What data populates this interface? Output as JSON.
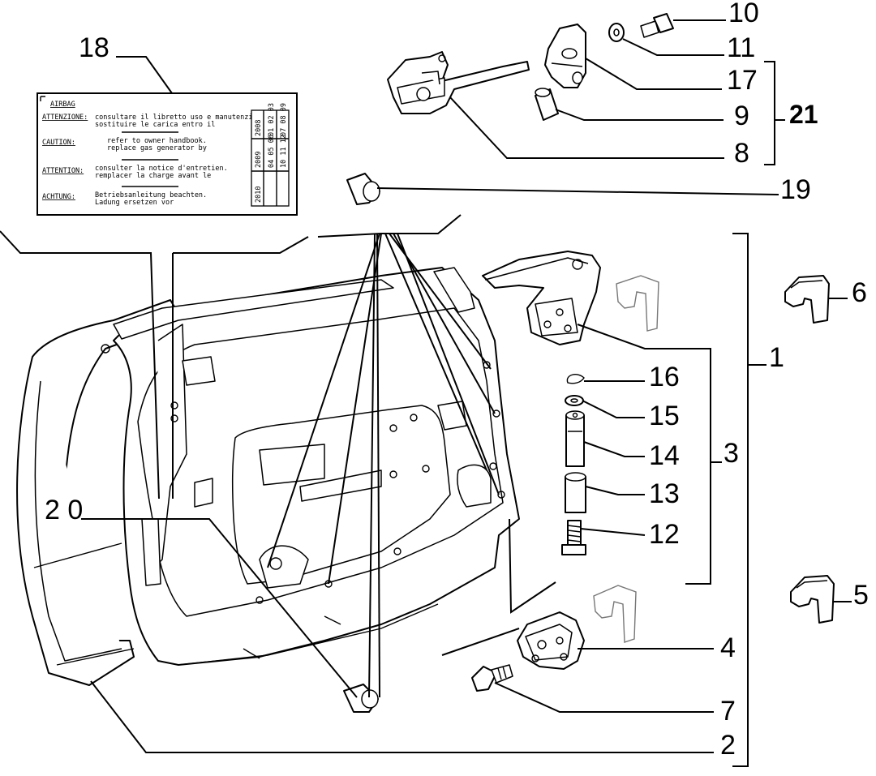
{
  "callouts": {
    "n1": "1",
    "n2": "2",
    "n3": "3",
    "n4": "4",
    "n5": "5",
    "n6": "6",
    "n7": "7",
    "n8": "8",
    "n9": "9",
    "n10": "10",
    "n11": "11",
    "n12": "12",
    "n13": "13",
    "n14": "14",
    "n15": "15",
    "n16": "16",
    "n17": "17",
    "n18": "18",
    "n19": "19",
    "n20": "2 0",
    "n21": "21"
  },
  "label": {
    "title": "AIRBAG",
    "rows": [
      {
        "head": "ATTENZIONE:",
        "line1": "consultare il libretto uso e manutenzione.",
        "line2": "sostituire le carica entro il"
      },
      {
        "head": "CAUTION:",
        "line1": "refer to owner handbook.",
        "line2": "replace gas generator by"
      },
      {
        "head": "ATTENTION:",
        "line1": "consulter la notice d'entretien.",
        "line2": "remplacer la charge avant le"
      },
      {
        "head": "ACHTUNG:",
        "line1": "Betriebsanleitung beachten.",
        "line2": "Ladung ersetzen vor"
      }
    ],
    "years": [
      "2008",
      "2009",
      "2010"
    ],
    "months": [
      "01 02 03",
      "04 05 06",
      "07 08 09",
      "10 11 12"
    ]
  }
}
